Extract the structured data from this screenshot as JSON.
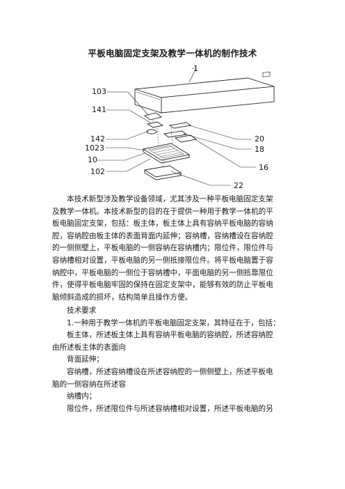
{
  "title": "平板电脑固定支架及教学一体机的制作技术",
  "figure": {
    "labels": {
      "l1": "1",
      "l103": "103",
      "l141": "141",
      "l142": "142",
      "l1023": "1023",
      "l10": "10",
      "l102": "102",
      "l20": "20",
      "l18": "18",
      "l16": "16",
      "l22": "22"
    }
  },
  "abstract_lines": [
    "本技术新型涉及教学设备领域，尤其涉及一种平板电脑固定支架",
    "及教学一体机。本技术新型的目的在于提供一种用于教学一体机的平",
    "板电脑固定支架，包括：板主体，板主体上具有容纳平板电脑的容纳",
    "腔，容纳腔由板主体的表面背面内延伸；容纳槽，容纳槽设在容纳腔",
    "的一侧侧壁上，平板电脑的一侧容纳在容纳槽内；限位件，限位件与",
    "容纳槽相对设置，平板电脑的另一侧抵接限位件。将平板电脑置于容",
    "纳腔中，平板电脑的一侧位于容纳槽中，平面电脑的另一侧抵靠限位",
    "件，使得平板电脑牢固的保持在固定支架中，能够有效的防止平板电",
    "脑倾斜造成的损坏，结构简单且操作方便。"
  ],
  "claims_heading": "技术要求",
  "claims_lines": [
    "1.一种用于教学一体机的平板电脑固定支架，其特征在于，包括：",
    "板主体，所述板主体上具有容纳平板电脑的容纳腔，所述容纳腔",
    "由所述板主体的表面向",
    "背面延伸；",
    "容纳槽，所述容纳槽设在所述容纳腔的一侧侧壁上，所述平板电",
    "脑的一侧容纳在所述容",
    "纳槽内；",
    "限位件，所述限位件与所述容纳槽相对设置，所述平板电脑的另"
  ]
}
